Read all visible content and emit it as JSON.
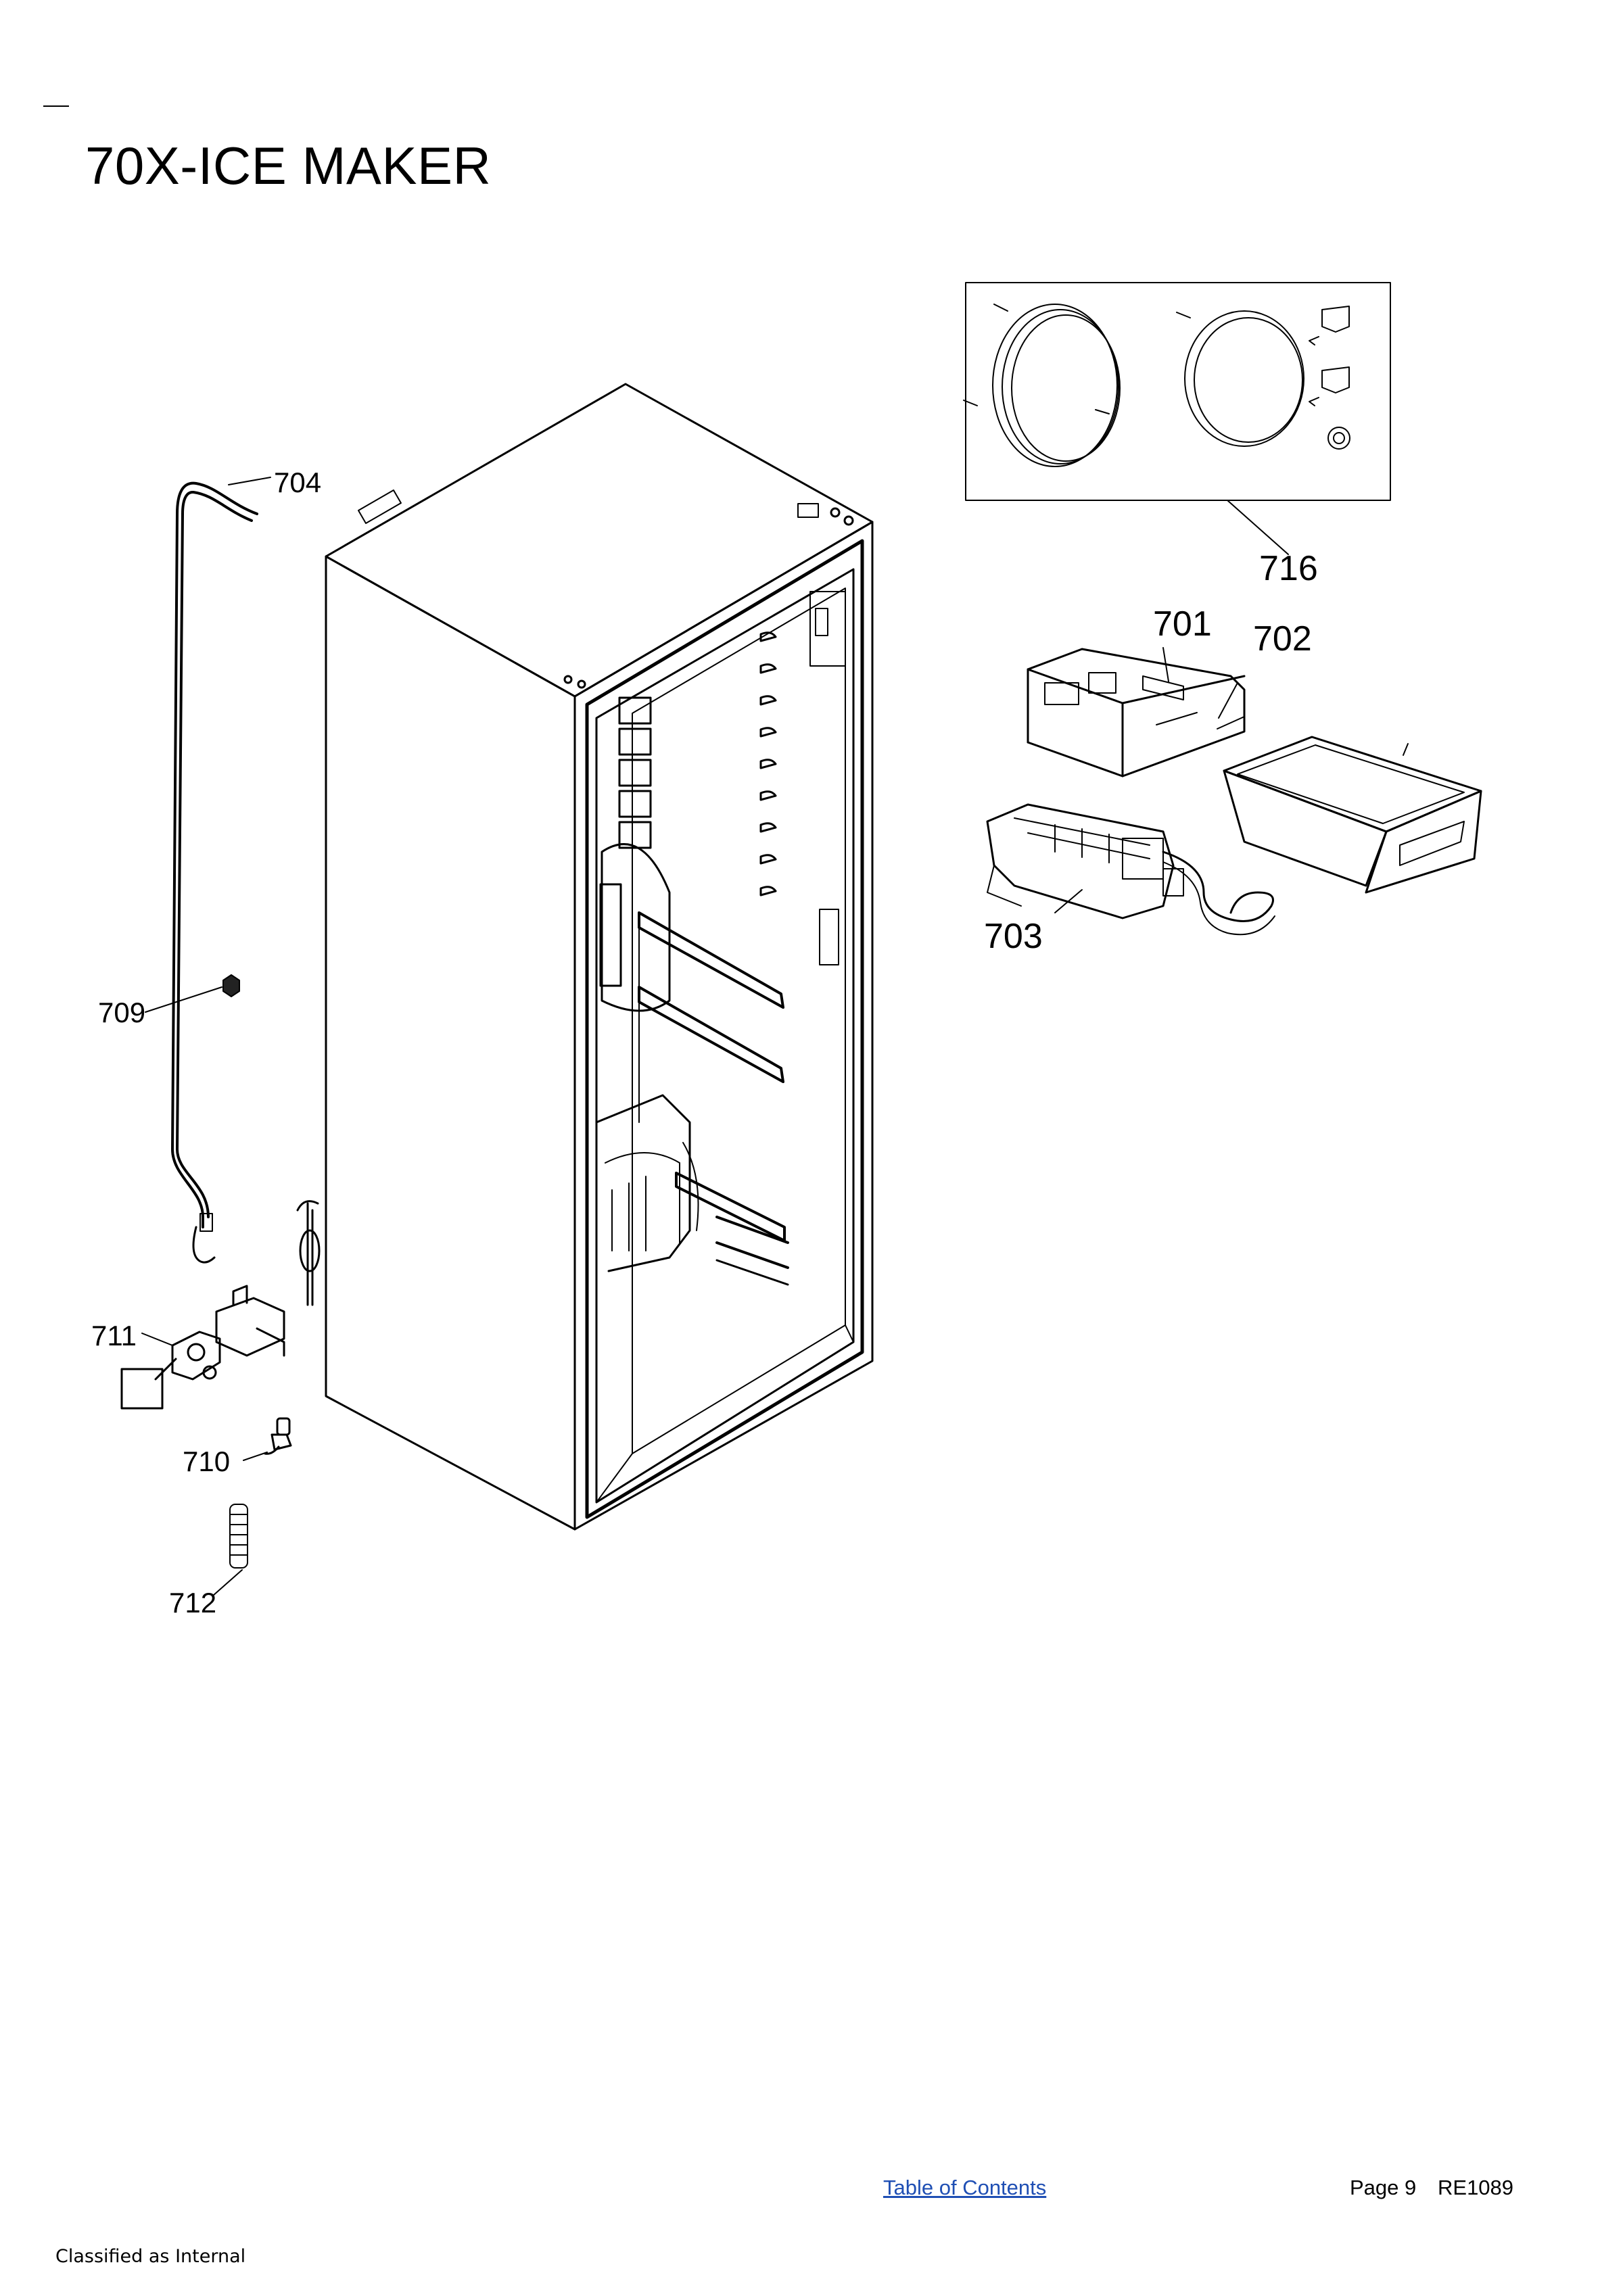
{
  "page": {
    "title": "70X-ICE MAKER",
    "footer": {
      "toc_link": "Table of Contents",
      "page_number": "Page 9",
      "doc_code": "RE1089",
      "classification": "Classified as Internal"
    }
  },
  "callouts": {
    "c704": "704",
    "c709": "709",
    "c711": "711",
    "c710": "710",
    "c712": "712",
    "c716": "716",
    "c701": "701",
    "c702": "702",
    "c703": "703"
  }
}
